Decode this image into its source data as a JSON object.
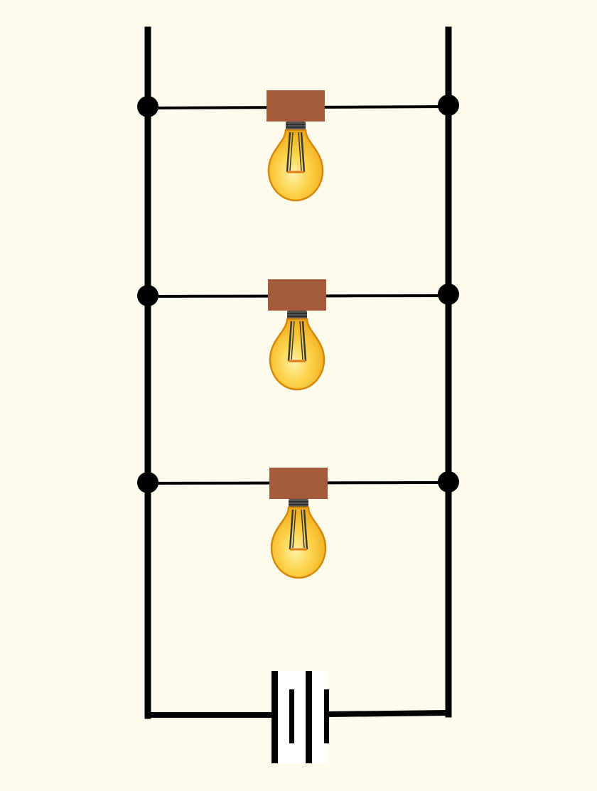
{
  "diagram": {
    "type": "parallel-circuit",
    "colors": {
      "background": "#fdfbec",
      "wire": "#000000",
      "lamp_holder": "#a65a3c",
      "bulb_glass": "#f9bd2c",
      "bulb_highlight": "#fff3a8",
      "bulb_outline": "#d48806",
      "filament": "#3a3a3a",
      "battery_gap": "#ffffff"
    },
    "components": [
      {
        "kind": "lamp",
        "icon": "light-bulb-icon"
      },
      {
        "kind": "lamp",
        "icon": "light-bulb-icon"
      },
      {
        "kind": "lamp",
        "icon": "light-bulb-icon"
      },
      {
        "kind": "battery",
        "icon": "battery-symbol-icon"
      }
    ]
  }
}
